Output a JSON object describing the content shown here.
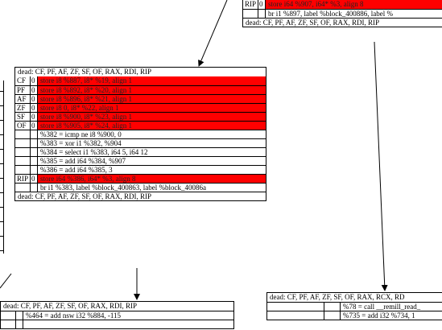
{
  "top_block": {
    "rows": [
      {
        "reg": "RIP",
        "flag": "0",
        "ins": "store i64 %907, i64* %3, align 8",
        "hl": true
      },
      {
        "reg": "",
        "flag": "",
        "ins": "br i1 %897, label %block_400886, label %",
        "hl": false
      }
    ],
    "dead": "dead: CF, PF, AF, ZF, SF, OF, RAX, RDI, RIP"
  },
  "main_block": {
    "header": "dead: CF, PF, AF, ZF, SF, OF, RAX, RDI, RIP",
    "rows": [
      {
        "reg": "CF",
        "flag": "0",
        "ins": "store i8 %887, i8* %19, align 1",
        "hl": true
      },
      {
        "reg": "PF",
        "flag": "0",
        "ins": "store i8 %892, i8* %20, align 1",
        "hl": true
      },
      {
        "reg": "AF",
        "flag": "0",
        "ins": "store i8 %896, i8* %21, align 1",
        "hl": true
      },
      {
        "reg": "ZF",
        "flag": "0",
        "ins": "store i8 0, i8* %22, align 1",
        "hl": true
      },
      {
        "reg": "SF",
        "flag": "0",
        "ins": "store i8 %900, i8* %23, align 1",
        "hl": true
      },
      {
        "reg": "OF",
        "flag": "0",
        "ins": "store i8 %905, i8* %24, align 1",
        "hl": true
      },
      {
        "reg": "",
        "flag": "",
        "ins": "%382 = icmp ne i8 %900, 0",
        "hl": false
      },
      {
        "reg": "",
        "flag": "",
        "ins": "%383 = xor i1 %382, %904",
        "hl": false
      },
      {
        "reg": "",
        "flag": "",
        "ins": "%384 = select i1 %383, i64 5, i64 12",
        "hl": false
      },
      {
        "reg": "",
        "flag": "",
        "ins": "%385 = add i64 %384, %907",
        "hl": false
      },
      {
        "reg": "",
        "flag": "",
        "ins": "%386 = add i64 %385, 3",
        "hl": false
      },
      {
        "reg": "RIP",
        "flag": "0",
        "ins": "store i64 %386, i64* %3, align 8",
        "hl": true
      },
      {
        "reg": "",
        "flag": "",
        "ins": "br i1 %383, label %block_400863, label %block_40086a",
        "hl": false
      }
    ],
    "dead": "dead: CF, PF, AF, ZF, SF, OF, RAX, RDI, RIP"
  },
  "bottom_left_block": {
    "header": "dead: CF, PF, AF, ZF, SF, OF, RAX, RDI, RIP",
    "rows": [
      {
        "reg": "",
        "flag": "",
        "ins": "%464 = add nsw i32 %884, -115",
        "hl": false
      },
      {
        "reg": "",
        "flag": "",
        "ins": "",
        "hl": false
      }
    ]
  },
  "bottom_right_block": {
    "header": "dead: CF, PF, AF, ZF, SF, OF, RAX, RCX, RD",
    "rows": [
      {
        "reg": "",
        "flag": "",
        "ins": "%78 = call __remill_read_",
        "hl": false
      },
      {
        "reg": "",
        "flag": "",
        "ins": "%735 = add i32 %734, 1",
        "hl": false
      }
    ]
  },
  "colors": {
    "highlight": "#ff0000",
    "border": "#000000",
    "background": "#ffffff"
  }
}
